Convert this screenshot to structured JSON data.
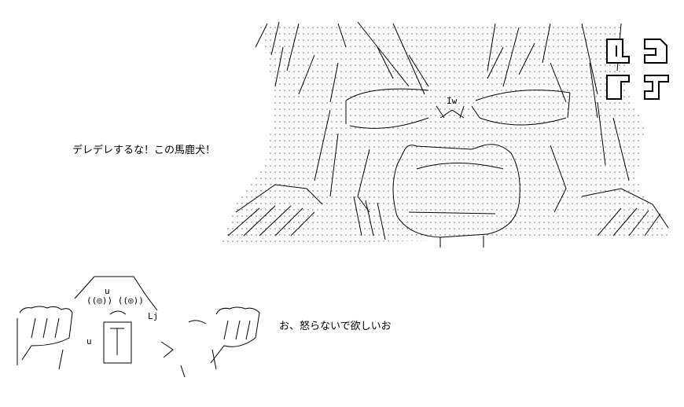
{
  "dialogue": {
    "top_line": "デレデレするな！この馬鹿犬！",
    "bottom_line": "お、怒らないで欲しいお"
  },
  "art": {
    "angry_face_mark": "Iw",
    "dog_face_mark": "((◎)) ((◎))"
  }
}
